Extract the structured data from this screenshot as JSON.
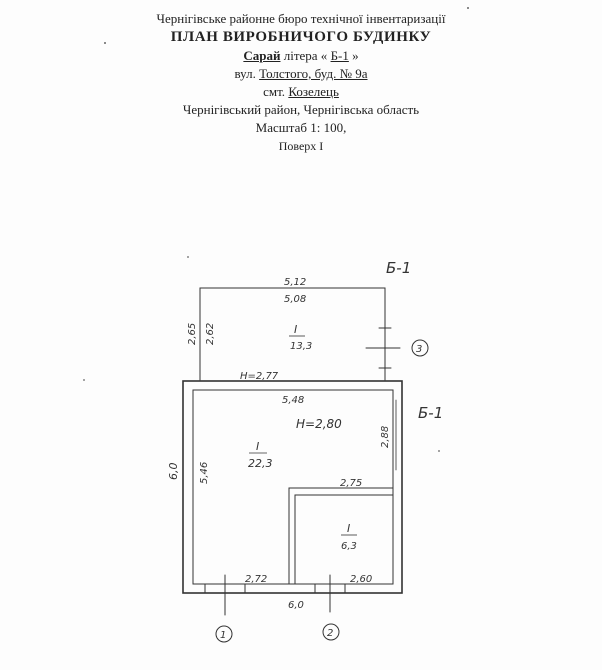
{
  "header": {
    "bureau": "Чернігівське районне бюро технічної інвентаризації",
    "title": "ПЛАН ВИРОБНИЧОГО БУДИНКУ",
    "building_type": "Сарай",
    "litera_label": "літера «",
    "litera_value": "Б-1",
    "litera_close": "»",
    "street_label": "вул.",
    "street_value": "Толстого, буд. № 9а",
    "settlement_label": "смт.",
    "settlement_value": "Козелець",
    "district": "Чернігівський район, Чернігівська область",
    "scale": "Масштаб 1: 100,",
    "floor": "Поверх I"
  },
  "plan": {
    "building_label_top": "Б-1",
    "building_label_side": "Б-1",
    "annex": {
      "width_outer": "5,12",
      "width_inner": "5,08",
      "depth_outer": "2,65",
      "depth_inner": "2,62",
      "room_no": "I",
      "area": "13,3",
      "height": "H=2,77"
    },
    "main": {
      "width_inner": "5,48",
      "height": "H=2,80",
      "right_depth": "2,88",
      "left_outer": "6,0",
      "left_inner": "5,46",
      "room1_no": "I",
      "room1_area": "22,3",
      "small_room_width": "2,75",
      "room2_no": "I",
      "room2_area": "6,3",
      "bottom_left": "2,72",
      "bottom_right": "2,60",
      "bottom_total": "6,0"
    },
    "markers": [
      "1",
      "2",
      "3"
    ]
  }
}
